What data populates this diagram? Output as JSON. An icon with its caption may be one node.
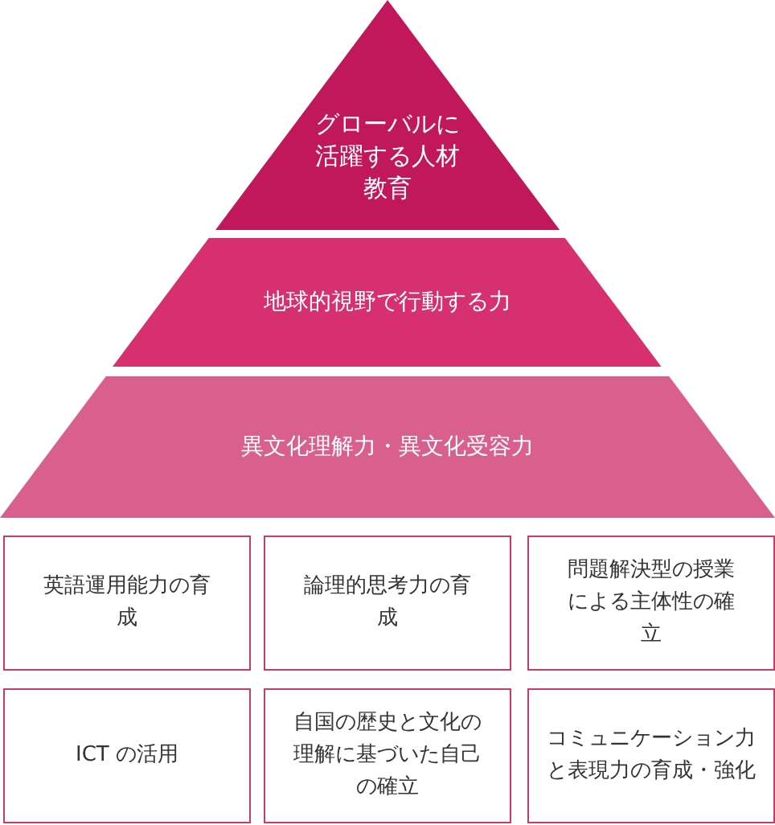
{
  "diagram": {
    "nodes": [
      {
        "text": [
          "グローバルに活躍する人材教育"
        ]
      },
      {
        "text": [
          "地球的視野で行動する力"
        ]
      },
      {
        "text": [
          "異文化理解力・異文化受容力"
        ]
      },
      {
        "text": [
          "英語運用能力の育成"
        ]
      },
      {
        "text": [
          "論理的思考力の育成"
        ]
      },
      {
        "text": [
          "問題解決型の授業による主体性の確立"
        ]
      },
      {
        "text": [
          "ICT の活用"
        ]
      },
      {
        "text": [
          "自国の歴史と文化の理解に基づいた自己の確立"
        ]
      },
      {
        "text": [
          "コミュニケーション力と表現力の育成・強化"
        ]
      }
    ],
    "edges": []
  }
}
